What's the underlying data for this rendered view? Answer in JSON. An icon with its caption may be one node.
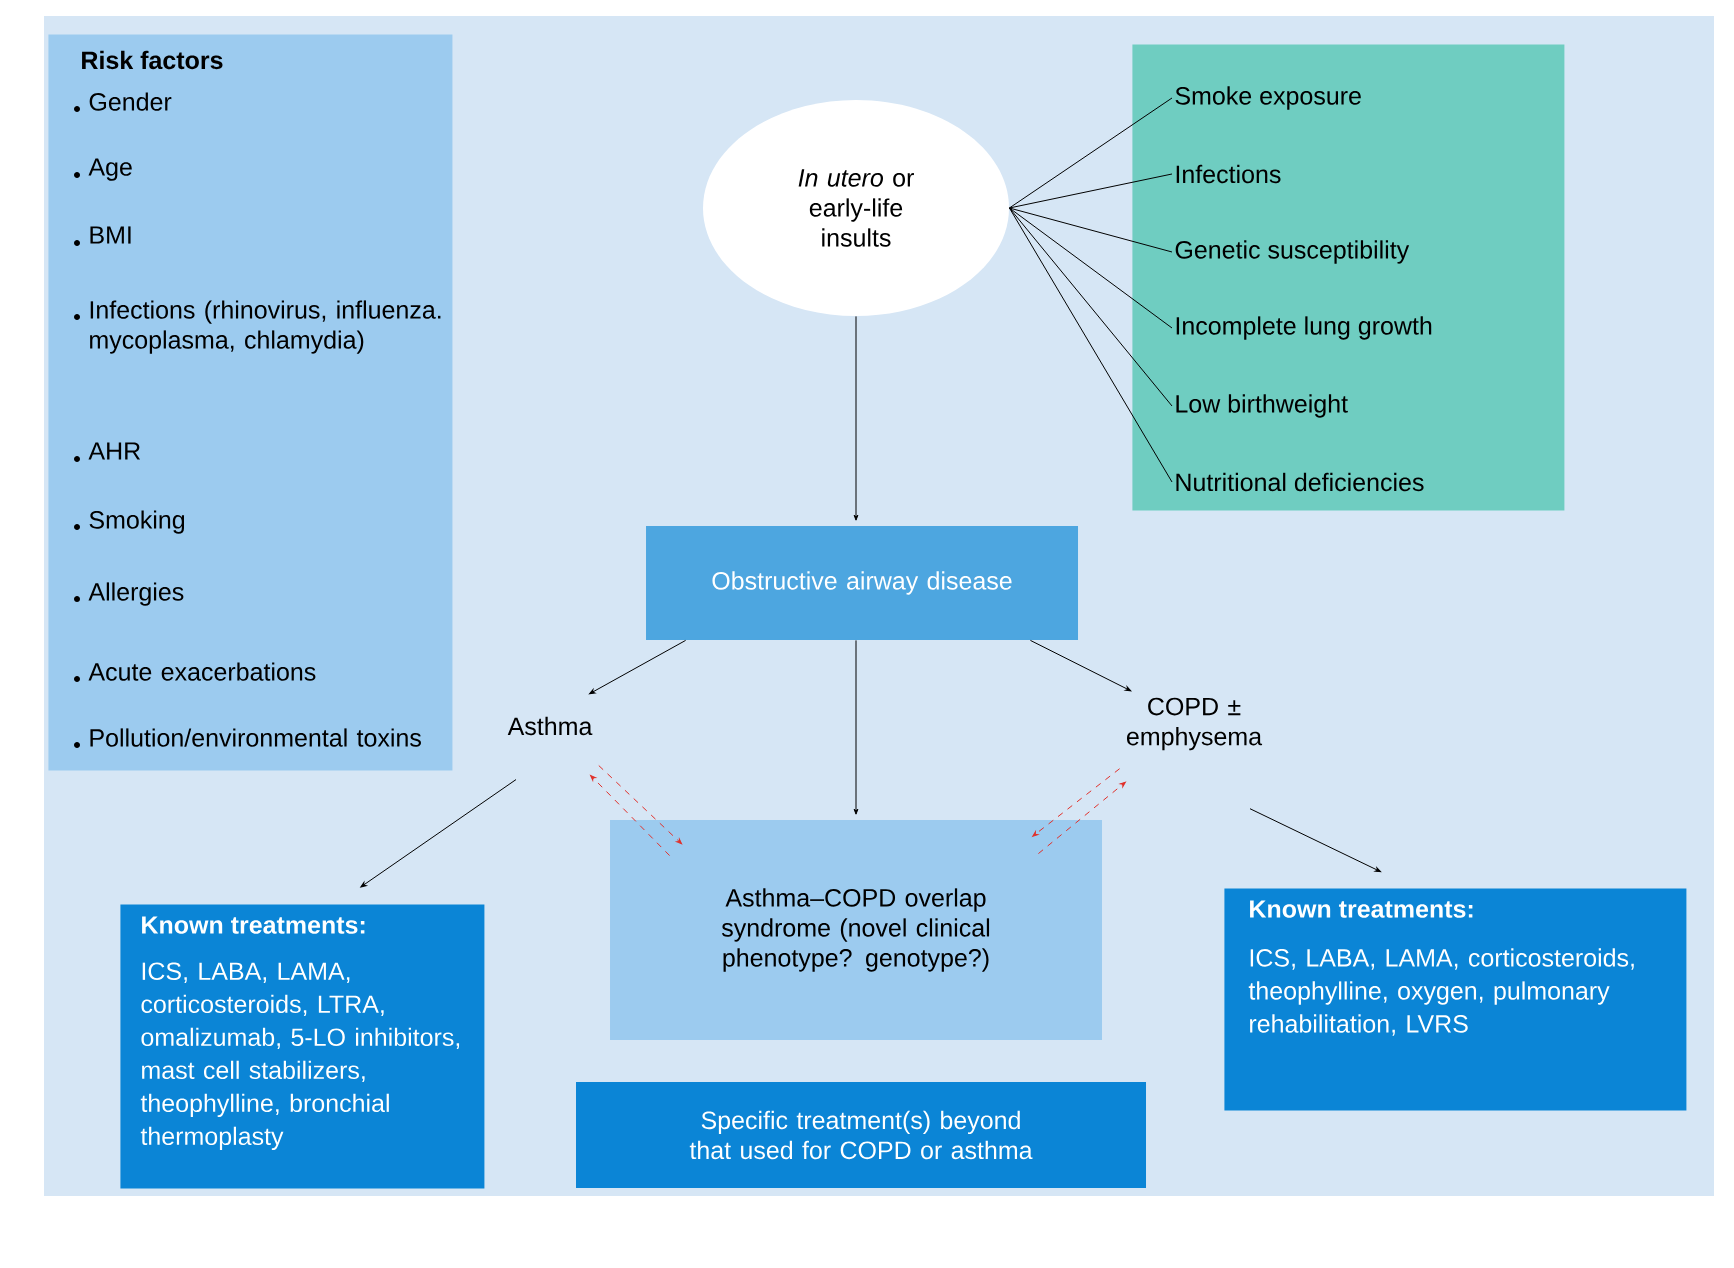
{
  "diagram": {
    "nodes": [
      {
        "text": [
          "Risk factors",
          "Gender",
          "Age",
          "BMI",
          "Infections (rhinovirus, influenza. mycoplasma, chlamydia)",
          "AHR",
          "Smoking",
          "Allergies",
          "Acute exacerbations",
          "Pollution/environmental toxins"
        ]
      },
      {
        "text": [
          "*In utero* or early-life insults"
        ]
      },
      {
        "text": [],
        "shape": "box"
      },
      {
        "text": [
          "Smoke exposure"
        ],
        "in": 2
      },
      {
        "text": [
          "Infections"
        ],
        "in": 2
      },
      {
        "text": [
          "Genetic susceptibility"
        ],
        "in": 2
      },
      {
        "text": [
          "Incomplete lung growth"
        ],
        "in": 2
      },
      {
        "text": [
          "Low birthweight"
        ],
        "in": 2
      },
      {
        "text": [
          "Nutritional deficiencies"
        ],
        "in": 2
      },
      {
        "text": [
          "Obstructive airway disease"
        ]
      },
      {
        "text": [
          "Asthma"
        ]
      },
      {
        "text": [
          "COPD ± emphysema"
        ]
      },
      {
        "text": [
          "Asthma–COPD overlap syndrome (novel clinical phenotype? genotype?)"
        ]
      },
      {
        "text": [
          "Specific treatment(s) beyond that used for COPD or asthma"
        ]
      },
      {
        "text": [
          "Known treatments:",
          "ICS, LABA, LAMA, corticosteroids, LTRA, omalizumab, 5-LO inhibitors, mast cell stabilizers, theophylline, bronchial thermoplasty"
        ]
      },
      {
        "text": [
          "Known treatments:",
          "ICS, LABA, LAMA, corticosteroids, theophylline, oxygen, pulmonary rehabilitation, LVRS"
        ]
      }
    ],
    "edges": [
      {
        "from": 1,
        "to": 3,
        "arrow": "none"
      },
      {
        "from": 1,
        "to": 4,
        "arrow": "none"
      },
      {
        "from": 1,
        "to": 5,
        "arrow": "none"
      },
      {
        "from": 1,
        "to": 6,
        "arrow": "none"
      },
      {
        "from": 1,
        "to": 7,
        "arrow": "none"
      },
      {
        "from": 1,
        "to": 8,
        "arrow": "none"
      },
      {
        "from": 1,
        "to": 9,
        "arrow": "to"
      },
      {
        "from": 9,
        "to": 10,
        "arrow": "to"
      },
      {
        "from": 9,
        "to": 11,
        "arrow": "to"
      },
      {
        "from": 9,
        "to": 12,
        "arrow": "to"
      },
      {
        "from": 10,
        "to": 12,
        "arrow": "to",
        "style": "dashed",
        "color": "#e0302a"
      },
      {
        "from": 12,
        "to": 10,
        "arrow": "to",
        "style": "dashed",
        "color": "#e0302a"
      },
      {
        "from": 11,
        "to": 12,
        "arrow": "to",
        "style": "dashed",
        "color": "#e0302a"
      },
      {
        "from": 12,
        "to": 11,
        "arrow": "to",
        "style": "dashed",
        "color": "#e0302a"
      },
      {
        "from": 10,
        "to": 14,
        "arrow": "to"
      },
      {
        "from": 11,
        "to": 15,
        "arrow": "to"
      }
    ]
  }
}
